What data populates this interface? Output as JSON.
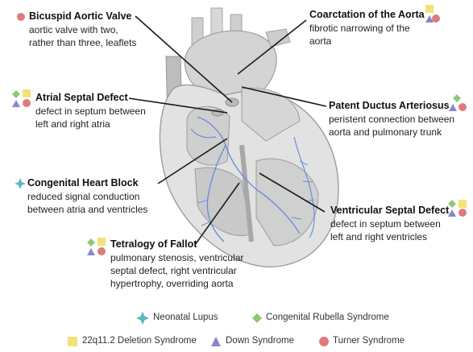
{
  "conditions": [
    {
      "title": "Bicuspid Aortic Valve",
      "desc": [
        "aortic valve with two,",
        "rather than three, leaflets"
      ]
    },
    {
      "title": "Coarctation of the Aorta",
      "desc": [
        "fibrotic narrowing of the",
        "aorta"
      ]
    },
    {
      "title": "Atrial Septal Defect",
      "desc": [
        "defect in septum between",
        "left and right atria"
      ]
    },
    {
      "title": "Patent Ductus Arteriosus",
      "desc": [
        "peristent connection between",
        "aorta and pulmonary trunk"
      ]
    },
    {
      "title": "Congenital Heart Block",
      "desc": [
        "reduced signal conduction",
        "between atria and ventricles"
      ]
    },
    {
      "title": "Ventricular Septal Defect",
      "desc": [
        "defect in septum between",
        "left and right ventricles"
      ]
    },
    {
      "title": "Tetralogy of Fallot",
      "desc": [
        "pulmonary stenosis, ventricular",
        "septal defect, right ventricular",
        "hypertrophy, overriding aorta"
      ]
    }
  ],
  "legend": [
    {
      "label": "Neonatal Lupus",
      "shape": "star",
      "color": "#5db5c4"
    },
    {
      "label": "Congenital Rubella Syndrome",
      "shape": "diamond",
      "color": "#8cc97a"
    },
    {
      "label": "22q11.2 Deletion Syndrome",
      "shape": "square",
      "color": "#f3e27a"
    },
    {
      "label": "Down Syndrome",
      "shape": "triangle",
      "color": "#8a87c9"
    },
    {
      "label": "Turner Syndrome",
      "shape": "circle",
      "color": "#e07b7b"
    }
  ]
}
